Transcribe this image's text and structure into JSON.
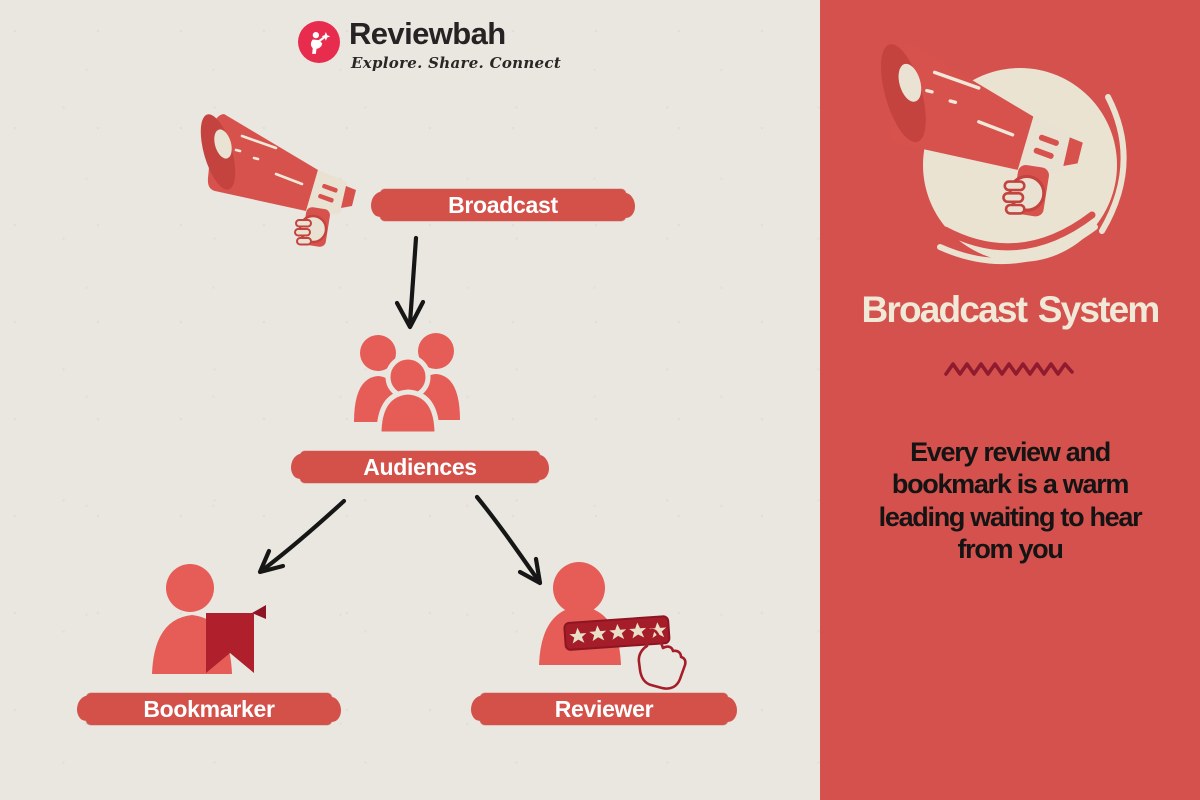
{
  "logo": {
    "brand": "Reviewbah",
    "tagline": "Explore. Share. Connect"
  },
  "diagram": {
    "nodes": [
      {
        "id": "broadcast",
        "label": "Broadcast"
      },
      {
        "id": "audiences",
        "label": "Audiences"
      },
      {
        "id": "bookmarker",
        "label": "Bookmarker"
      },
      {
        "id": "reviewer",
        "label": "Reviewer"
      }
    ],
    "edges": [
      {
        "from": "broadcast",
        "to": "audiences"
      },
      {
        "from": "audiences",
        "to": "bookmarker"
      },
      {
        "from": "audiences",
        "to": "reviewer"
      }
    ]
  },
  "panel": {
    "title": "Broadcast System",
    "body": "Every review and bookmark is a warm leading waiting to hear from you"
  },
  "icons": [
    "reviewbah-logo-icon",
    "megaphone-icon",
    "audience-group-icon",
    "bookmarker-person-icon",
    "bookmark-ribbon-icon",
    "reviewer-person-icon",
    "five-star-rating-icon",
    "hand-cursor-icon",
    "arrow-down-icon",
    "squiggle-divider"
  ],
  "colors": {
    "paper_bg": "#eae7e1",
    "panel_red": "#d5514d",
    "banner_red": "#d4514a",
    "icon_coral": "#e55d56",
    "dark_red": "#a51d29",
    "maroon": "#8e1b2e",
    "cream": "#ebe3d2",
    "title_cream": "#f1e9d7",
    "text_dark": "#141414",
    "logo_red": "#e72c4e",
    "arrow_black": "#161616"
  }
}
